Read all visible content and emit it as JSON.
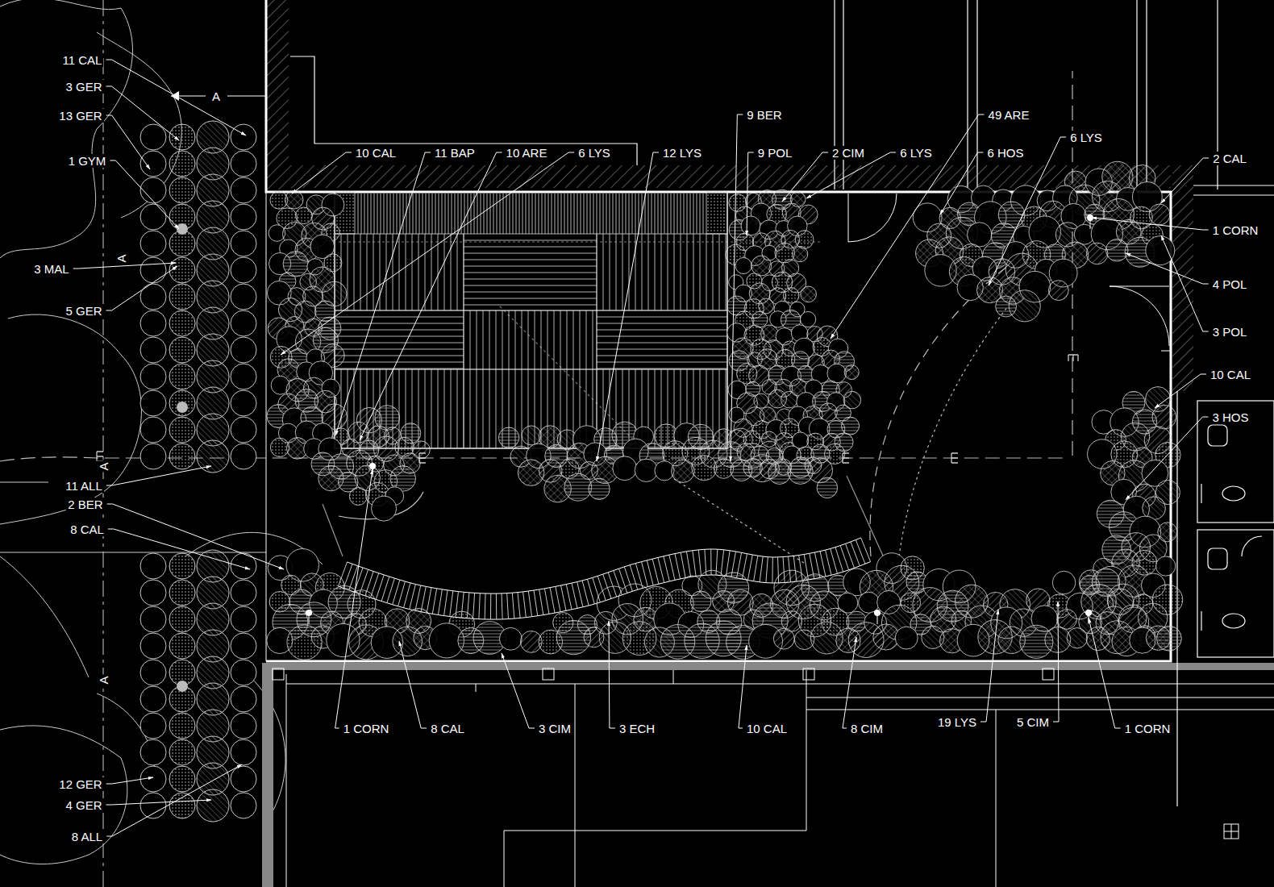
{
  "diagram": {
    "labels": [
      "11 CAL",
      "3 GER",
      "A",
      "13 GER",
      "1 GYM",
      "A",
      "3 MAL",
      "5 GER",
      "A",
      "11 ALL",
      "2 BER",
      "8 CAL",
      "A",
      "12 GER",
      "4 GER",
      "8 ALL",
      "10 CAL",
      "11 BAP",
      "10 ARE",
      "6 LYS",
      "12 LYS",
      "9 BER",
      "9 POL",
      "2 CIM",
      "6 LYS",
      "49 ARE",
      "6 HOS",
      "6 LYS",
      "2 CAL",
      "1 CORN",
      "4 POL",
      "3 POL",
      "10 CAL",
      "3 HOS",
      "1 CORN",
      "8 CAL",
      "3 CIM",
      "3 ECH",
      "10 CAL",
      "8 CIM",
      "19 LYS",
      "5 CIM",
      "1 CORN"
    ]
  }
}
